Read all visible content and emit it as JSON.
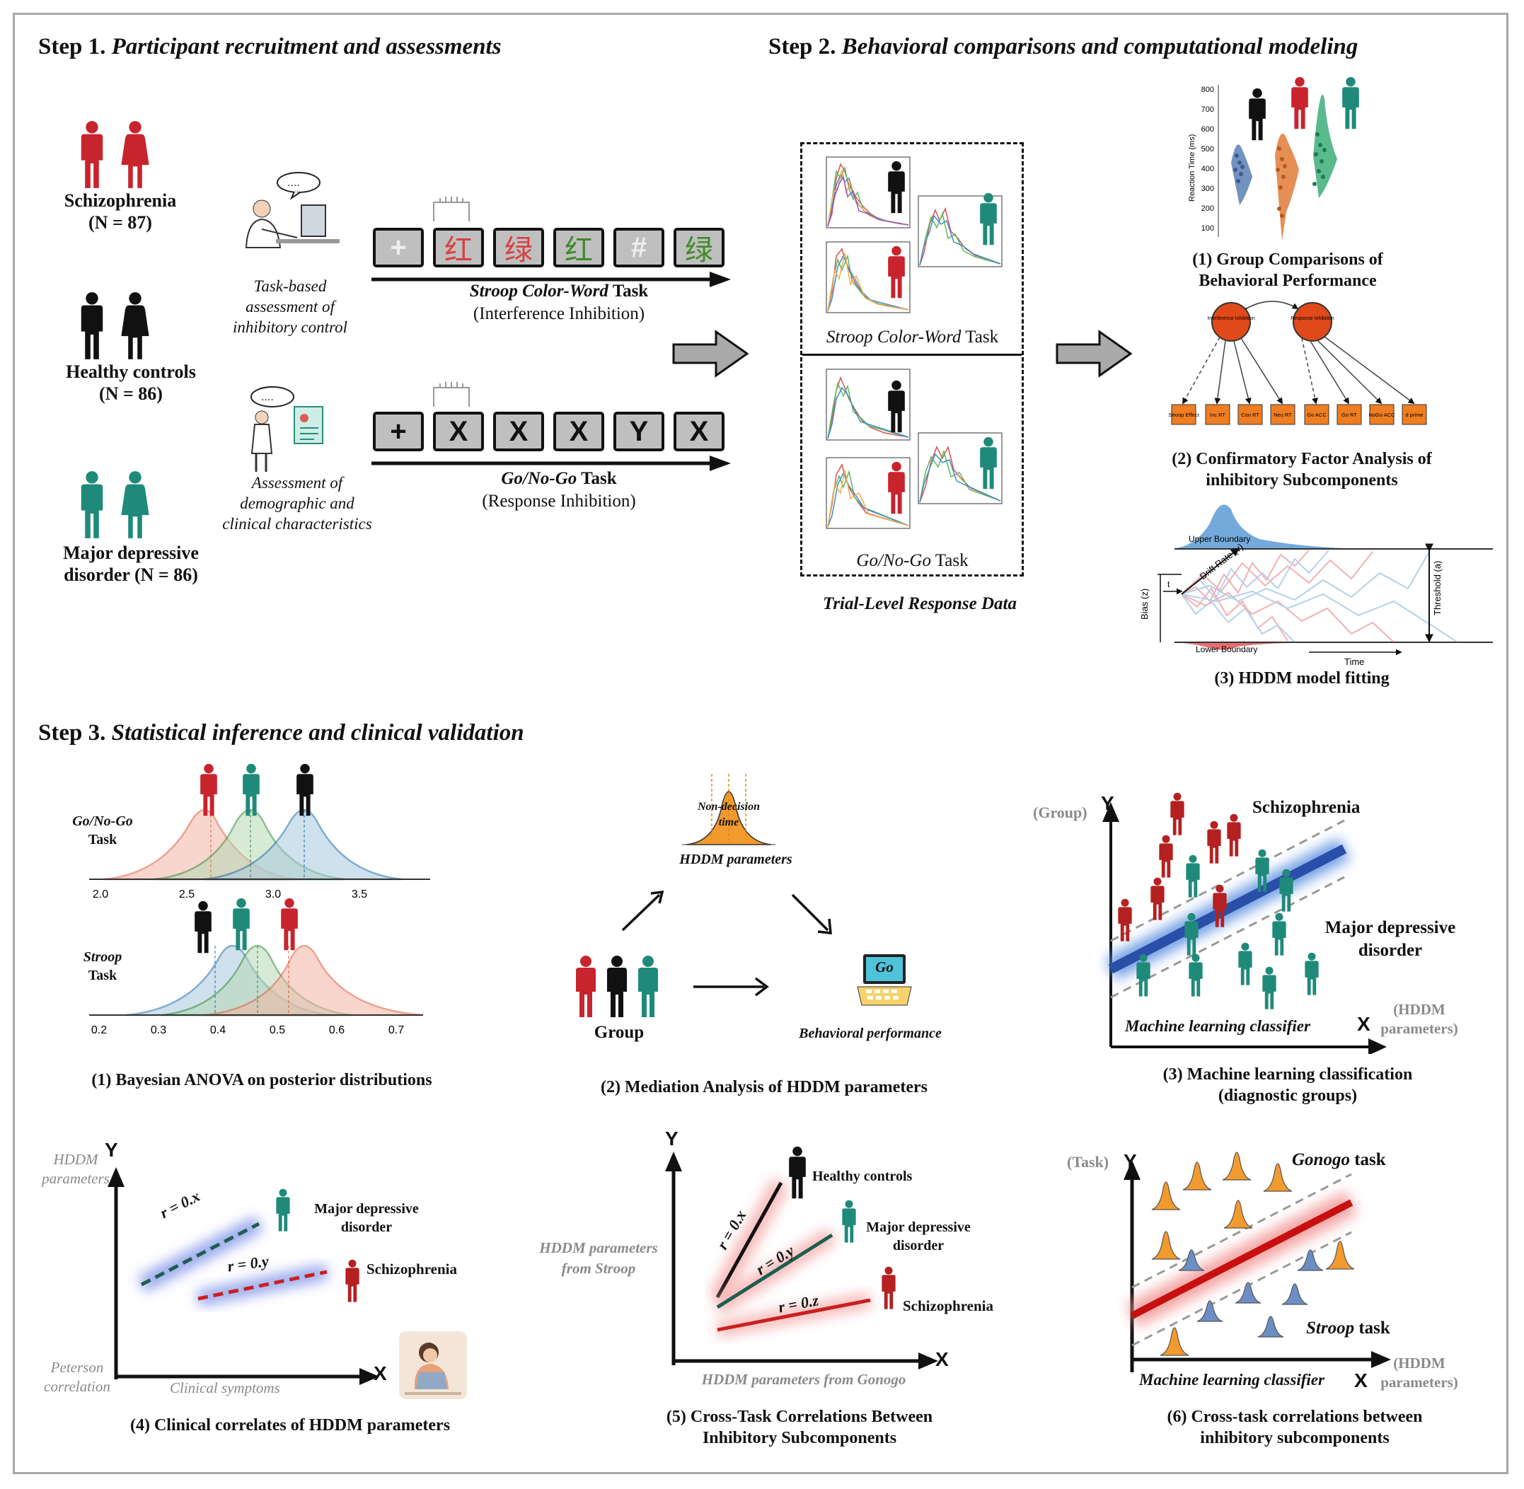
{
  "step1": {
    "title_num": "Step 1.",
    "title_text": "Participant recruitment and assessments",
    "groups": [
      {
        "name": "Schizophrenia",
        "n": "(N = 87)",
        "color": "#c8242e"
      },
      {
        "name": "Healthy controls",
        "n": "(N = 86)",
        "color": "#111111"
      },
      {
        "name_line1": "Major depressive",
        "name_line2": "disorder (N = 86)",
        "color": "#1f8a7a"
      }
    ],
    "assess1": [
      "Task-based",
      "assessment of",
      "inhibitory control"
    ],
    "assess2": [
      "Assessment of",
      "demographic and",
      "clinical characteristics"
    ],
    "stroop_boxes": [
      "+",
      "红",
      "绿",
      "红",
      "#",
      "绿"
    ],
    "stroop_title_italic": "Stroop Color-Word",
    "stroop_title_rest": " Task",
    "stroop_sub": "(Interference Inhibition)",
    "gonogo_boxes": [
      "+",
      "X",
      "X",
      "X",
      "Y",
      "X"
    ],
    "gonogo_title_italic": "Go/No-Go",
    "gonogo_title_rest": " Task",
    "gonogo_sub": "(Response Inhibition)"
  },
  "step2": {
    "title_num": "Step 2.",
    "title_text": "Behavioral comparisons and computational modeling",
    "stroop_panel_italic": "Stroop Color-Word",
    "stroop_panel_rest": " Task",
    "gonogo_panel_italic": "Go/No-Go",
    "gonogo_panel_rest": " Task",
    "trial_label": "Trial-Level Response Data",
    "cap1": [
      "(1) Group Comparisons of",
      "Behavioral Performance"
    ],
    "cap2": [
      "(2) Confirmatory Factor Analysis of",
      "inhibitory Subcomponents"
    ],
    "cap3": "(3) HDDM model fitting",
    "rt_axis_label": "Reaction Time (ms)",
    "rt_ticks": [
      "800",
      "700",
      "600",
      "500",
      "400",
      "300",
      "200",
      "100"
    ],
    "cfa_latent": [
      "Interference Inhibition",
      "Response Inhibition"
    ],
    "cfa_indicators": [
      "Stroop Effect",
      "Inc RT",
      "Con RT",
      "Neu RT",
      "Go ACC",
      "Go RT",
      "NoGo ACC",
      "d prime"
    ],
    "ddm_labels": {
      "upper": "Upper Boundary",
      "lower": "Lower Boundary",
      "drift": "Drift Rate (v)",
      "threshold": "Threshold (a)",
      "bias": "Bias (z)",
      "time": "Time",
      "t": "t"
    }
  },
  "step3": {
    "title_num": "Step 3.",
    "title_text": "Statistical inference and clinical validation",
    "p1": {
      "gonogo_label": [
        "Go/No-Go",
        "Task"
      ],
      "stroop_label": [
        "Stroop",
        "Task"
      ],
      "gonogo_ticks": [
        "2.0",
        "2.5",
        "3.0",
        "3.5"
      ],
      "stroop_ticks": [
        "0.2",
        "0.3",
        "0.4",
        "0.5",
        "0.6",
        "0.7"
      ],
      "caption": "(1) Bayesian ANOVA on posterior distributions"
    },
    "p2": {
      "ndt": [
        "Non-decision",
        "time"
      ],
      "hddm": "HDDM  parameters",
      "group": "Group",
      "go": "Go",
      "behav": "Behavioral  performance",
      "caption": "(2)  Mediation Analysis of HDDM parameters"
    },
    "p3": {
      "group": "(Group)",
      "y": "Y",
      "x": "X",
      "scz": "Schizophrenia",
      "mdd": [
        "Major depressive",
        "disorder"
      ],
      "ml": "Machine learning classifier",
      "hddm": [
        "(HDDM",
        "parameters)"
      ],
      "caption": [
        "(3) Machine learning classification",
        "(diagnostic groups)"
      ]
    },
    "p4": {
      "hddm": [
        "HDDM",
        "parameters"
      ],
      "y": "Y",
      "x": "X",
      "rx": "r = 0.x",
      "ry": "r = 0.y",
      "mdd": [
        "Major depressive",
        "disorder"
      ],
      "scz": "Schizophrenia",
      "peterson": [
        "Peterson",
        "correlation"
      ],
      "clinical": "Clinical symptoms",
      "caption": "(4) Clinical correlates of HDDM parameters"
    },
    "p5": {
      "y": "Y",
      "x": "X",
      "ylabel": [
        "HDDM parameters",
        "from Stroop"
      ],
      "xlabel": "HDDM parameters from Gonogo",
      "rx": "r = 0.x",
      "ry": "r = 0.y",
      "rz": "r = 0.z",
      "hc": "Healthy controls",
      "mdd": [
        "Major depressive",
        "disorder"
      ],
      "scz": "Schizophrenia",
      "caption": [
        "(5) Cross-Task Correlations Between",
        "Inhibitory Subcomponents"
      ]
    },
    "p6": {
      "task": "(Task)",
      "y": "Y",
      "x": "X",
      "gonogo_italic": "Gonogo",
      "gonogo_rest": " task",
      "stroop_italic": "Stroop",
      "stroop_rest": " task",
      "ml": "Machine learning classifier",
      "hddm": [
        "(HDDM",
        "parameters)"
      ],
      "caption": [
        "(6) Cross-task correlations between",
        "inhibitory subcomponents"
      ]
    }
  },
  "colors": {
    "scz": "#c8242e",
    "hc": "#111111",
    "mdd": "#1f8a7a",
    "blue": "#3b78c8",
    "orange": "#f0922c",
    "redline": "#c81010"
  }
}
